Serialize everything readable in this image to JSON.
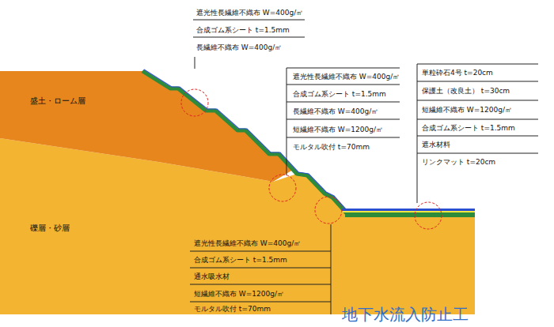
{
  "diagram": {
    "caption": "地下水流入防止工",
    "labels": [
      "遮光性長繊維不織布 W=400g/㎡",
      "合成ゴム系シート t=1.5mm",
      "長繊維不織布 W=400g/㎡",
      "遮光性長繊維不織布 W=400g/㎡",
      "合成ゴム系シート t=1.5mm",
      "長繊維不織布 W=400g/㎡",
      "短繊維不織布 W=1200g/㎡",
      "モルタル吹付 t=70mm",
      "盛土・ローム層",
      "単粒砕石4号 t=20cm",
      "保護土（改良土） t=30cm",
      "短繊維不織布 W=1200g/㎡",
      "合成ゴム系シート t=1.5mm",
      "遮水材料",
      "リンクマット t=20cm",
      "礫層・砂層",
      "遮光性長繊維不織布 W=400g/㎡",
      "合成ゴム系シート t=1.5mm",
      "通水吸水材",
      "短繊維不織布 W=1200g/㎡",
      "モルタル吹付 t=70mm"
    ]
  }
}
